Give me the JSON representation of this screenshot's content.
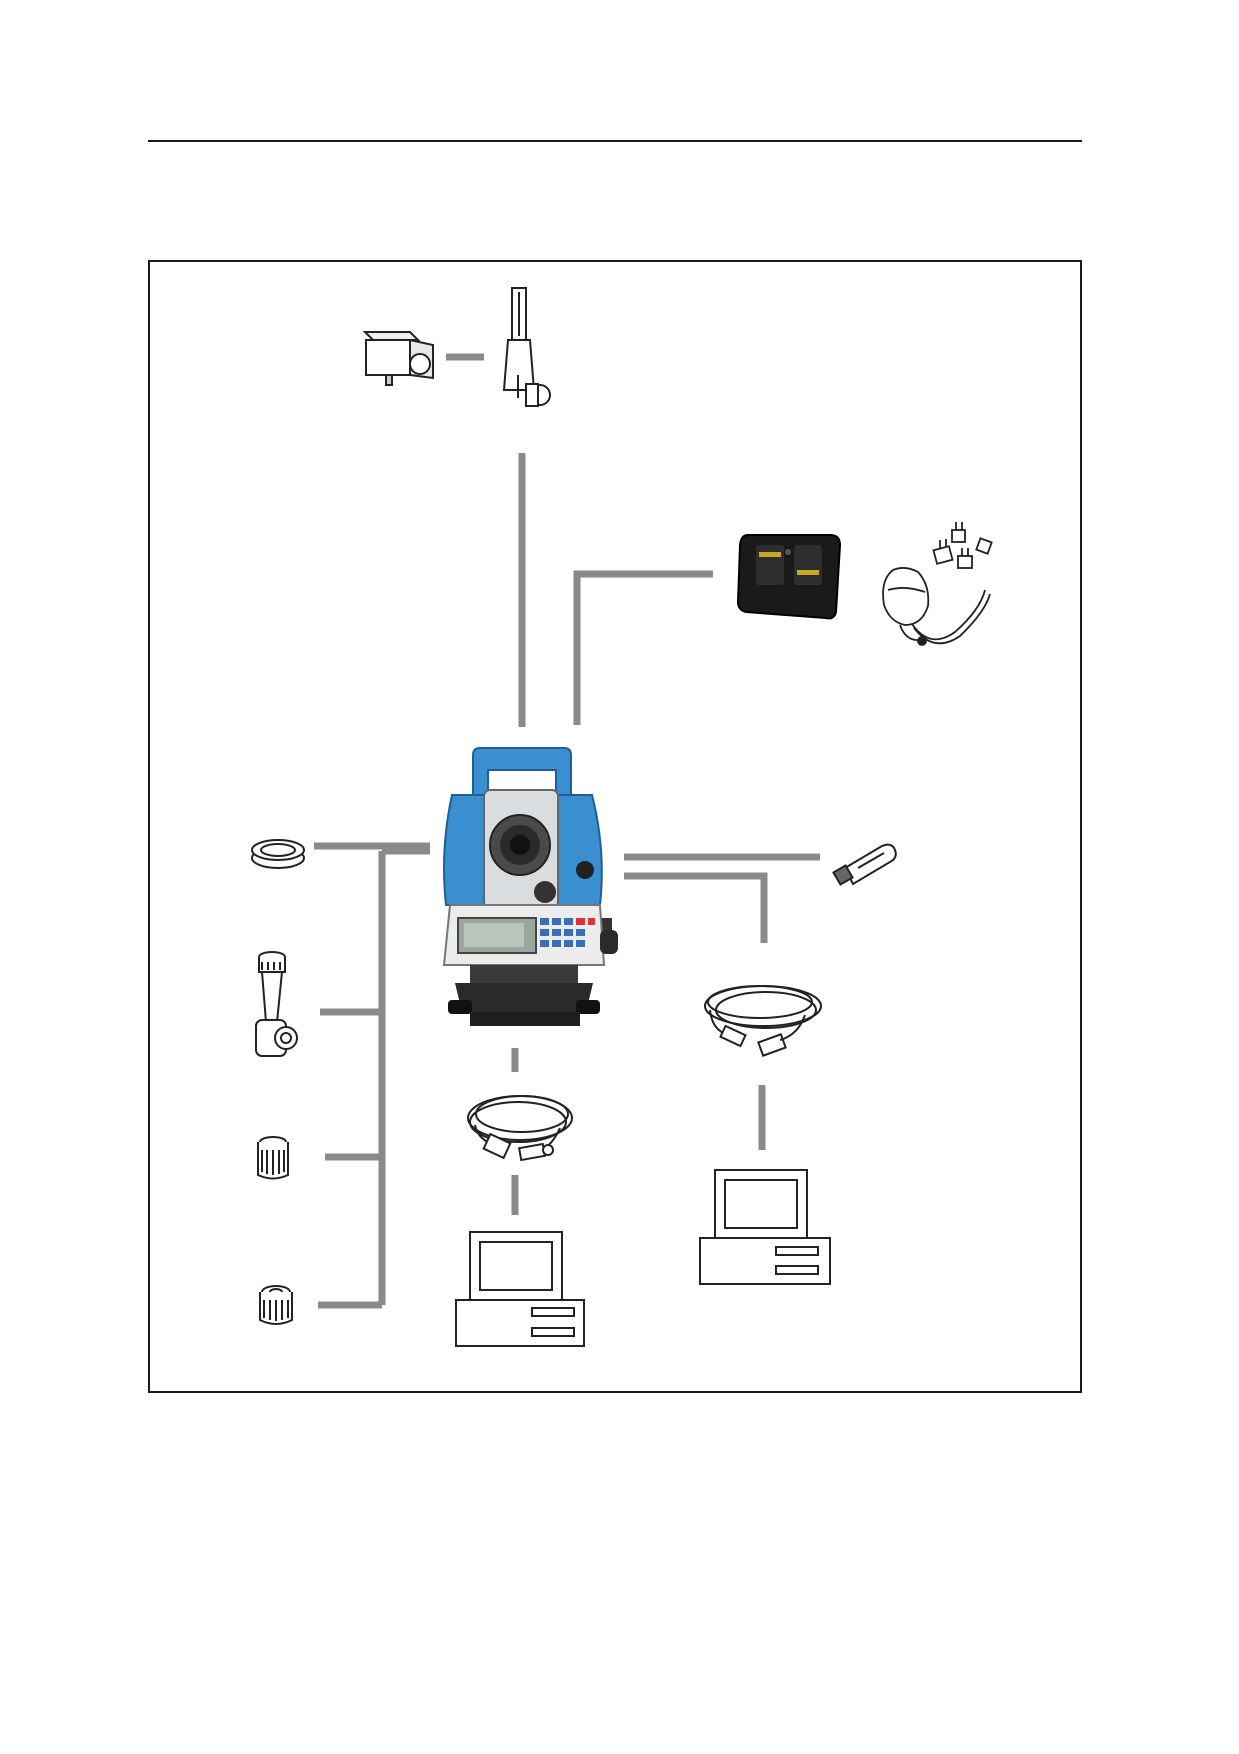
{
  "page": {
    "background": "#ffffff",
    "rule_color": "#1a1a1a"
  },
  "diagram": {
    "connector_color": "#8a8a8a",
    "instrument_accent": "#3a8fd0",
    "components": [
      {
        "id": "total-station",
        "icon": "total-station-icon"
      },
      {
        "id": "diagonal-eyepiece",
        "icon": "diagonal-eyepiece-icon"
      },
      {
        "id": "solar-filter",
        "icon": "solar-filter-icon"
      },
      {
        "id": "lamp-housing",
        "icon": "lamp-icon"
      },
      {
        "id": "battery-charger",
        "icon": "battery-charger-icon"
      },
      {
        "id": "ac-adapter",
        "icon": "ac-adapter-icon"
      },
      {
        "id": "lens-cap",
        "icon": "lens-cap-icon"
      },
      {
        "id": "eyepiece-extension",
        "icon": "eyepiece-extension-icon"
      },
      {
        "id": "eyepiece-lens-1",
        "icon": "eyepiece-lens-icon"
      },
      {
        "id": "eyepiece-lens-2",
        "icon": "eyepiece-lens-icon"
      },
      {
        "id": "usb-memory",
        "icon": "usb-stick-icon"
      },
      {
        "id": "usb-cable",
        "icon": "usb-cable-icon"
      },
      {
        "id": "serial-cable",
        "icon": "serial-cable-icon"
      },
      {
        "id": "computer-left",
        "icon": "computer-icon"
      },
      {
        "id": "computer-right",
        "icon": "computer-icon"
      }
    ]
  }
}
